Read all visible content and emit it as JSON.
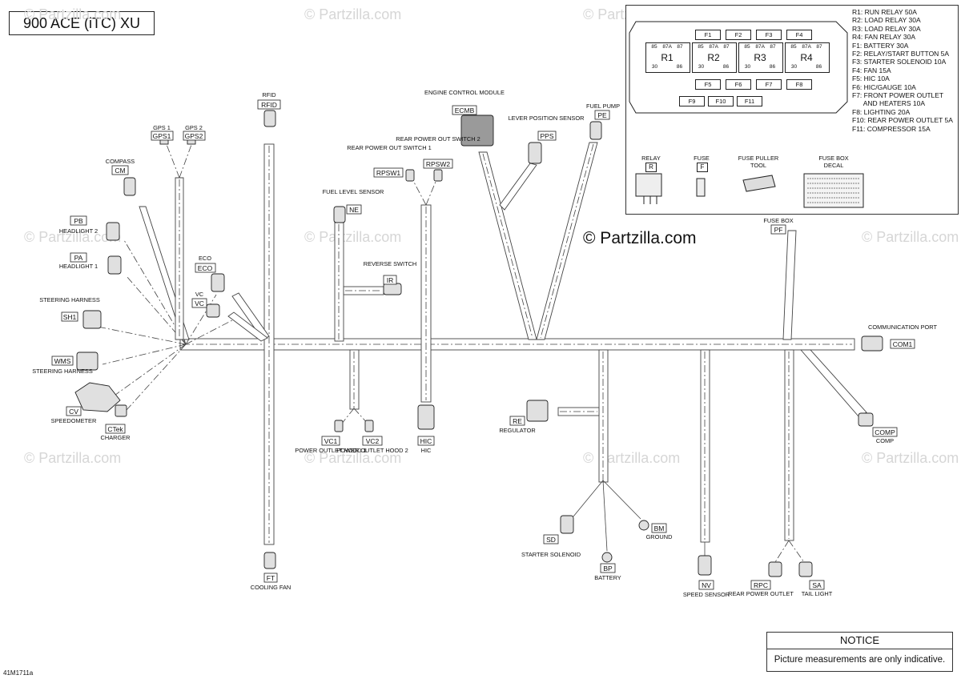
{
  "title": "900 ACE (iTC) XU",
  "watermark": "© Partzilla.com",
  "watermark_main": "© Partzilla.com",
  "figure_code": "41M1711a",
  "notice": {
    "title": "NOTICE",
    "text": "Picture measurements are only indicative."
  },
  "fuse_legend": [
    "R1: RUN RELAY 50A",
    "R2: LOAD RELAY 30A",
    "R3: LOAD RELAY 30A",
    "R4: FAN RELAY 30A",
    "F1: BATTERY 30A",
    "F2: RELAY/START BUTTON 5A",
    "F3: STARTER SOLENOID 10A",
    "F4: FAN 15A",
    "F5: HIC 10A",
    "F6: HIC/GAUGE 10A",
    "F7: FRONT POWER OUTLET",
    "      AND HEATERS 10A",
    "F8: LIGHTING 20A",
    "F10: REAR POWER OUTLET 5A",
    "F11: COMPRESSOR 15A"
  ],
  "fusebox": {
    "top_fuses": [
      "F1",
      "F2",
      "F3",
      "F4"
    ],
    "mid_fuses": [
      "F5",
      "F6",
      "F7",
      "F8"
    ],
    "bottom_fuses": [
      "F9",
      "F10",
      "F11"
    ],
    "relays": [
      {
        "name": "R1",
        "pins_top": [
          "85",
          "87A",
          "87"
        ],
        "pins_bottom": [
          "30",
          "86"
        ]
      },
      {
        "name": "R2",
        "pins_top": [
          "85",
          "87A",
          "87"
        ],
        "pins_bottom": [
          "30",
          "86"
        ]
      },
      {
        "name": "R3",
        "pins_top": [
          "85",
          "87A",
          "87"
        ],
        "pins_bottom": [
          "30",
          "86"
        ]
      },
      {
        "name": "R4",
        "pins_top": [
          "85",
          "87A",
          "87"
        ],
        "pins_bottom": [
          "30",
          "86"
        ]
      }
    ],
    "items": [
      {
        "label": "RELAY",
        "code": "R"
      },
      {
        "label": "FUSE",
        "code": "F"
      },
      {
        "label": "FUSE PULLER TOOL",
        "code": ""
      },
      {
        "label": "FUSE BOX DECAL",
        "code": ""
      }
    ]
  },
  "components": [
    {
      "code": "GPS1",
      "label": "GPS 1"
    },
    {
      "code": "GPS2",
      "label": "GPS 2"
    },
    {
      "code": "CM",
      "label": "COMPASS"
    },
    {
      "code": "PB",
      "label": "HEADLIGHT 2"
    },
    {
      "code": "PA",
      "label": "HEADLIGHT 1"
    },
    {
      "code": "ECO",
      "label": "ECO"
    },
    {
      "code": "VC",
      "label": "VC"
    },
    {
      "code": "SH1",
      "label": "STEERING HARNESS"
    },
    {
      "code": "WMS",
      "label": "STEERING HARNESS"
    },
    {
      "code": "CV",
      "label": "SPEEDOMETER"
    },
    {
      "code": "CTek",
      "label": "CHARGER"
    },
    {
      "code": "RFID",
      "label": "RFID"
    },
    {
      "code": "FT",
      "label": "COOLING FAN"
    },
    {
      "code": "VC1",
      "label": "POWER OUTLET HOOD 1"
    },
    {
      "code": "VC2",
      "label": "POWER OUTLET HOOD 2"
    },
    {
      "code": "NE",
      "label": "FUEL LEVEL SENSOR"
    },
    {
      "code": "IR",
      "label": "REVERSE SWITCH"
    },
    {
      "code": "RPSW1",
      "label": "REAR POWER OUT SWITCH 1"
    },
    {
      "code": "RPSW2",
      "label": "REAR POWER OUT SWITCH 2"
    },
    {
      "code": "HIC",
      "label": "HIC"
    },
    {
      "code": "ECMB",
      "label": "ENGINE CONTROL MODULE"
    },
    {
      "code": "PPS",
      "label": "LEVER POSITION SENSOR"
    },
    {
      "code": "PE",
      "label": "FUEL PUMP"
    },
    {
      "code": "PF",
      "label": "FUSE BOX"
    },
    {
      "code": "RE",
      "label": "REGULATOR"
    },
    {
      "code": "SD",
      "label": "STARTER SOLENOID"
    },
    {
      "code": "BP",
      "label": "BATTERY"
    },
    {
      "code": "BM",
      "label": "GROUND"
    },
    {
      "code": "NV",
      "label": "SPEED SENSOR"
    },
    {
      "code": "RPC",
      "label": "REAR POWER OUTLET"
    },
    {
      "code": "SA",
      "label": "TAIL LIGHT"
    },
    {
      "code": "COMP",
      "label": "COMP"
    },
    {
      "code": "COM1",
      "label": "COMMUNICATION PORT"
    }
  ]
}
